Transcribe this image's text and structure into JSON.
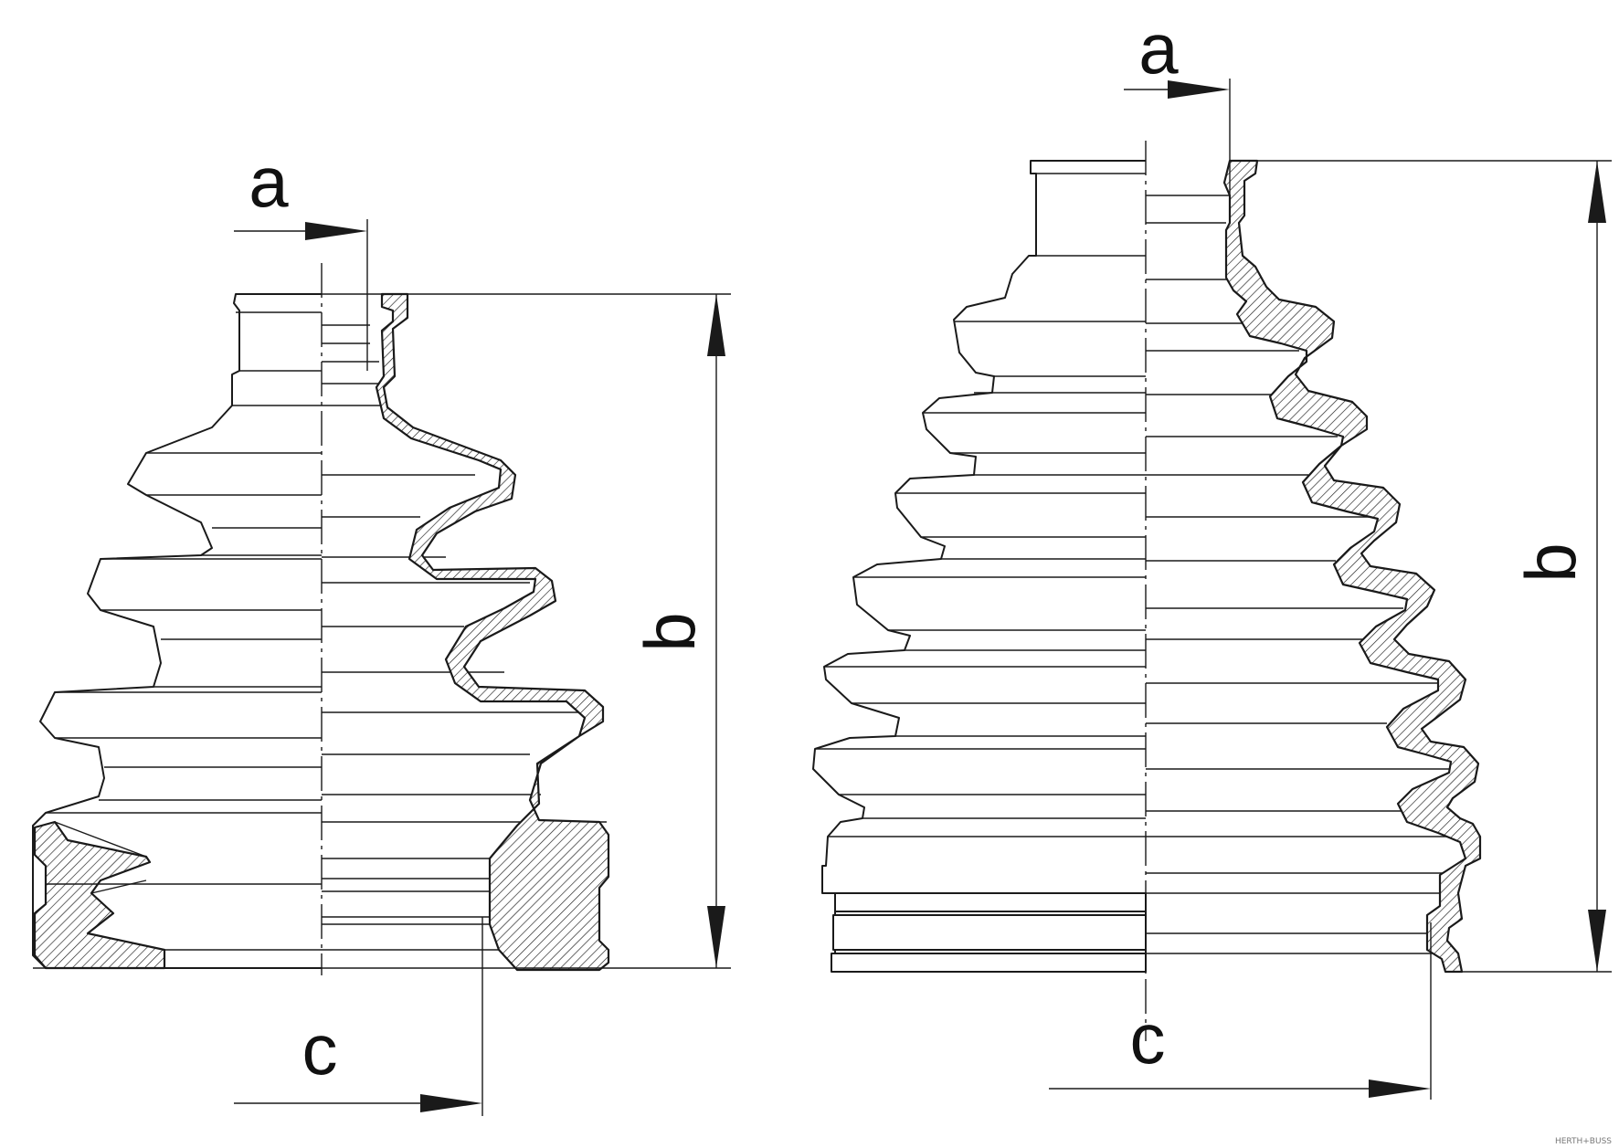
{
  "labels": {
    "left_a": "a",
    "left_b": "b",
    "left_c": "c",
    "right_a": "a",
    "right_b": "b",
    "right_c": "c"
  },
  "watermark": "HERTH+BUSS"
}
